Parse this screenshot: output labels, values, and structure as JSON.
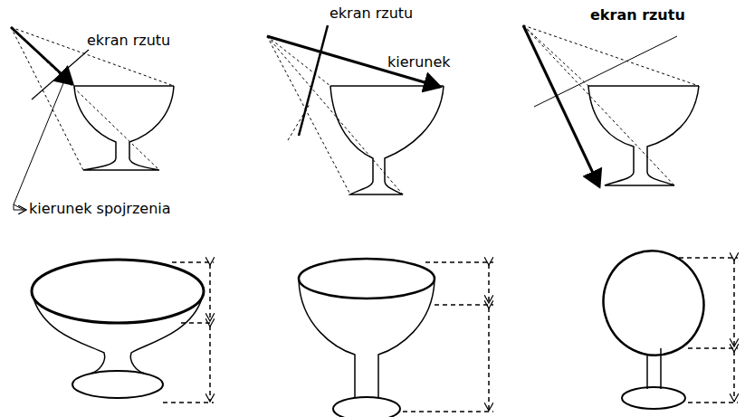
{
  "diagram": {
    "labels": [
      "ekran rzutu",
      "kierunek spojrzenia",
      "ekran rzutu",
      "kierunek",
      "ekran rzutu"
    ]
  }
}
